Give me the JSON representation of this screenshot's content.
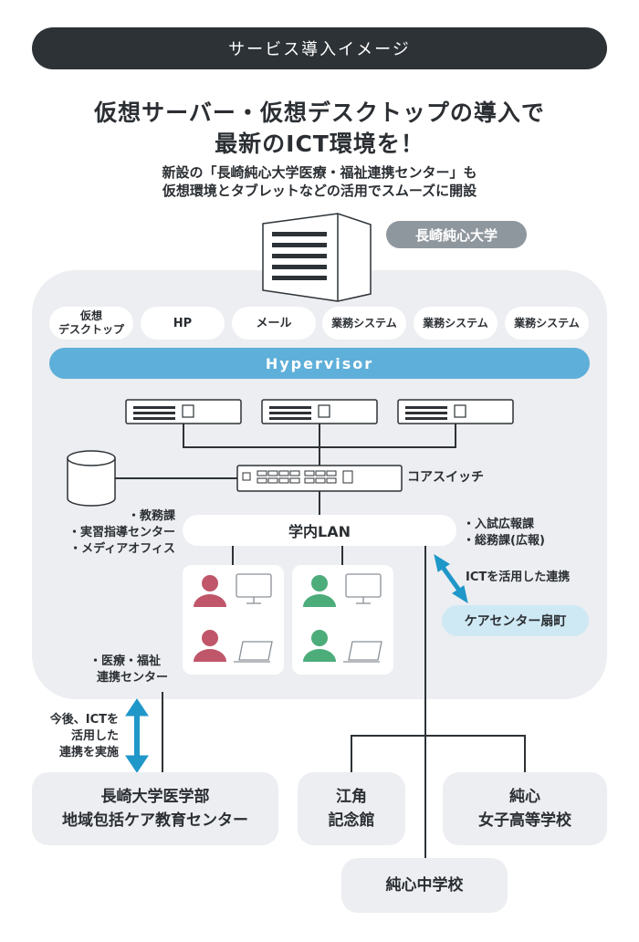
{
  "banner": "サービス導入イメージ",
  "headline": {
    "line1": "仮想サーバー・仮想デスクトップの導入で",
    "line2": "最新のICT環境を！"
  },
  "subtext": {
    "line1": "新設の「長崎純心大学医療・福祉連携センター」も",
    "line2": "仮想環境とタブレットなどの活用でスムーズに開設"
  },
  "university": "長崎純心大学",
  "vms": [
    {
      "label": "仮想\nデスクトップ"
    },
    {
      "label": "HP"
    },
    {
      "label": "メール"
    },
    {
      "label": "業務システム"
    },
    {
      "label": "業務システム"
    },
    {
      "label": "業務システム"
    }
  ],
  "hypervisor": "Hypervisor",
  "core_switch": "コアスイッチ",
  "lan": "学内LAN",
  "left_offices": [
    "・教務課",
    "・実習指導センター",
    "・メディアオフィス"
  ],
  "right_offices": [
    "・入試広報課",
    "・総務課(広報)"
  ],
  "ict_link": "ICTを活用した連携",
  "care_center": "ケアセンター扇町",
  "medical_center": [
    "・医療・福祉",
    "連携センター"
  ],
  "future_link": [
    "今後、ICTを",
    "活用した",
    "連携を実施"
  ],
  "external": {
    "nagasaki_univ": [
      "長崎大学医学部",
      "地域包括ケア教育センター"
    ],
    "eikaku": [
      "江角",
      "記念館"
    ],
    "junshin_girls": [
      "純心",
      "女子高等学校"
    ],
    "junshin_middle": "純心中学校"
  },
  "colors": {
    "dark": "#2d3236",
    "blue": "#5eafd9",
    "accent_blue": "#1f97c9",
    "campus_bg": "#eceef1",
    "person_red": "#c0566a",
    "person_green": "#4cac7a",
    "badge_gray": "#8f979e"
  }
}
